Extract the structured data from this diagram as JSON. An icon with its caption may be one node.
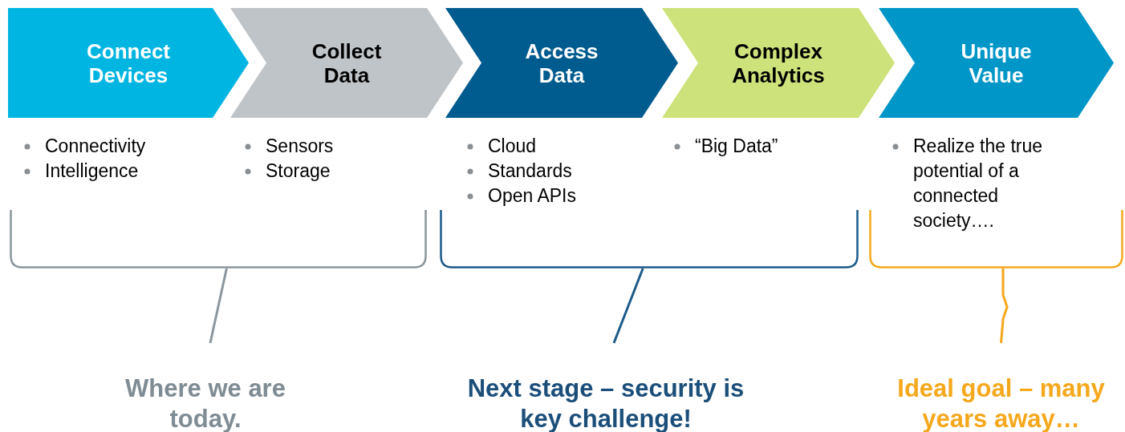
{
  "diagram": {
    "nodes": [
      {
        "text": [
          "Connect Devices"
        ],
        "beside": [
          "Connectivity",
          "Intelligence"
        ]
      },
      {
        "text": [
          "Collect Data"
        ],
        "beside": [
          "Sensors",
          "Storage"
        ]
      },
      {
        "text": [
          "Access Data"
        ],
        "beside": [
          "Cloud",
          "Standards",
          "Open APIs"
        ]
      },
      {
        "text": [
          "Complex Analytics"
        ],
        "beside": [
          "“Big Data”"
        ]
      },
      {
        "text": [
          "Unique Value"
        ]
      },
      {
        "text": [],
        "shape": "bracket"
      },
      {
        "text": [],
        "shape": "bracket"
      },
      {
        "text": [],
        "shape": "bracket"
      },
      {
        "text": [
          "Where we are today."
        ]
      },
      {
        "text": [
          "Next stage – security is key challenge!"
        ]
      },
      {
        "text": [
          "Ideal goal – many years away…"
        ]
      }
    ],
    "edges": [
      {
        "from": 8,
        "to": 5,
        "arrow": "none",
        "color": "#8a969d"
      },
      {
        "from": 9,
        "to": 6,
        "arrow": "none",
        "color": "#1b5a8a"
      },
      {
        "from": 10,
        "to": 7,
        "arrow": "none",
        "color": "#f5a81c"
      }
    ],
    "labels": [
      "Realize the true potential of a connected society…."
    ]
  }
}
